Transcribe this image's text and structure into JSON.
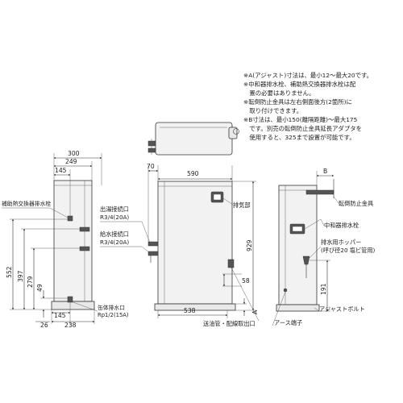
{
  "notes": [
    "※A(アジャスト)寸法は、最小12～最大20です。",
    "※中和器排水栓、補助熱交換器排水栓は配",
    "　置の必要はありません。",
    "※転倒防止金具は左右側面後方(2箇所)に",
    "　取り付けできます。",
    "※B寸法は、最小150(離隔距離)～最大175",
    "　です。別売の転倒防止金具延長アダプタを",
    "　使用すると、325まで設置が可能です。"
  ],
  "left_view": {
    "dim_300": "300",
    "dim_249": "249",
    "dim_145_top": "145",
    "dim_552": "552",
    "dim_397": "397",
    "dim_279": "279",
    "dim_49": "49",
    "dim_26": "26",
    "dim_145_bottom": "145",
    "dim_238": "238",
    "label_aux_drain": "補助熱交換器排水栓",
    "label_main_drain": "缶体排水口",
    "label_main_drain_size": "Rp1/2(15A)"
  },
  "front_view": {
    "dim_70": "70",
    "dim_590": "590",
    "dim_929": "929",
    "dim_58": "58",
    "dim_538": "538",
    "dim_a": "A",
    "label_hot_out": "出湯接続口",
    "label_hot_out_size": "R3/4(20A)",
    "label_water_in": "給水接続口",
    "label_water_in_size": "R3/4(20A)",
    "label_exhaust": "排気部",
    "label_oil_pipe": "送油管・配線取出口"
  },
  "right_view": {
    "dim_b": "B",
    "dim_191": "191",
    "label_tip_guard": "転倒防止金具",
    "label_neutralizer": "中和器排水栓",
    "label_hopper": "排水用ホッパー",
    "label_hopper_size": "(呼び径20 塩ビ管用)",
    "label_adjust_bolt": "アジャストボルト",
    "label_earth": "アース端子"
  }
}
